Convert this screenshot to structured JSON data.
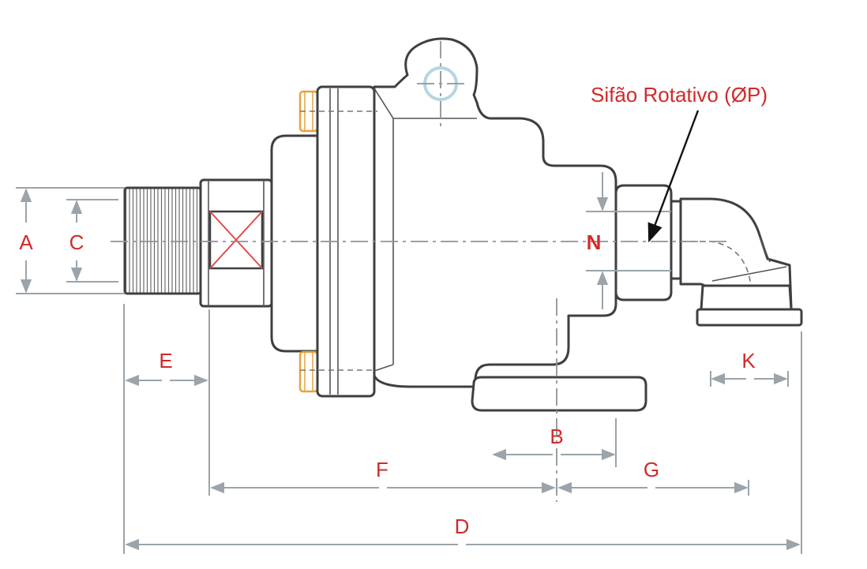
{
  "colors": {
    "label": "#d12a2a",
    "outline": "#3f3f3f",
    "dimension": "#9aa4aa",
    "bolt": "#e8a23a",
    "leader": "#111111"
  },
  "labels": {
    "A": "A",
    "B": "B",
    "C": "C",
    "D": "D",
    "E": "E",
    "F": "F",
    "G": "G",
    "K": "K",
    "N": "N",
    "siphon": "Sifão Rotativo (ØP)"
  }
}
